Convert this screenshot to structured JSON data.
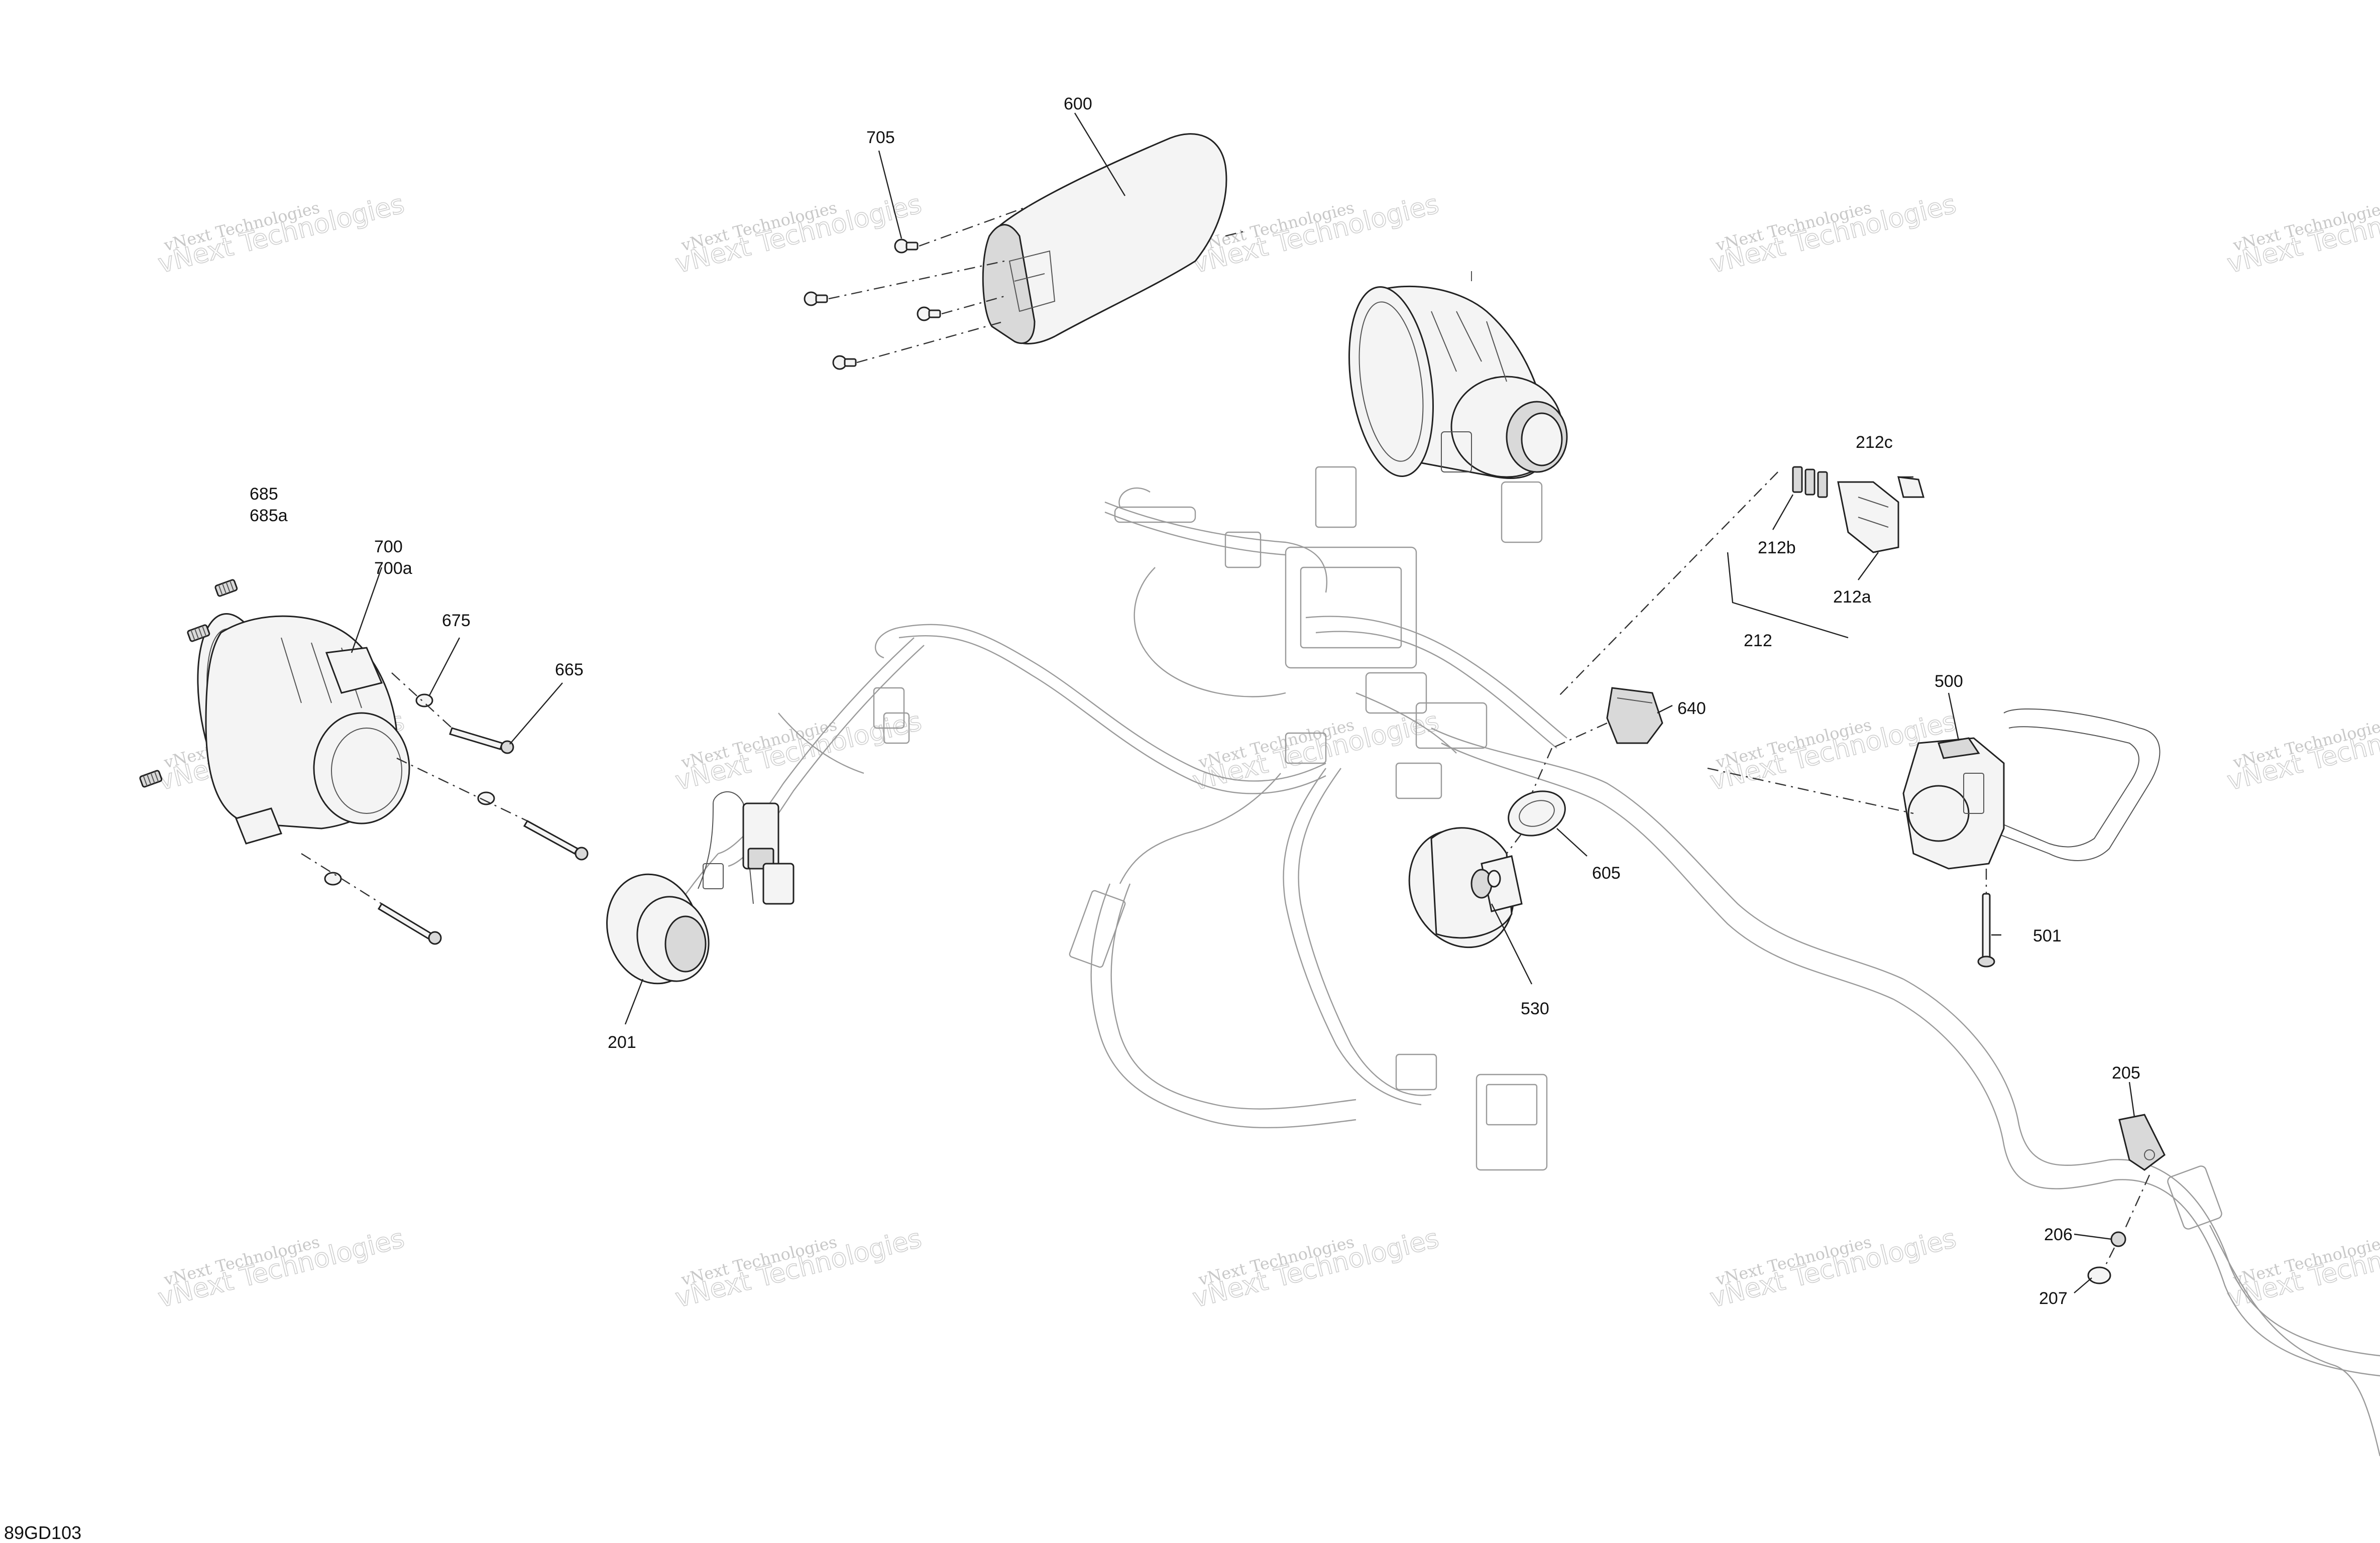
{
  "watermark": {
    "line1": "vNext Technologies",
    "line2": "vNext Technologies"
  },
  "doc_id": "89GD103",
  "callouts": {
    "c600": "600",
    "c705": "705",
    "c685": "685",
    "c685a": "685a",
    "c700": "700",
    "c700a": "700a",
    "c675": "675",
    "c665": "665",
    "c212c": "212c",
    "c212b": "212b",
    "c212a": "212a",
    "c212": "212",
    "c640": "640",
    "c500": "500",
    "c605": "605",
    "c501": "501",
    "c530": "530",
    "c201": "201",
    "c205": "205",
    "c206": "206",
    "c207": "207"
  }
}
